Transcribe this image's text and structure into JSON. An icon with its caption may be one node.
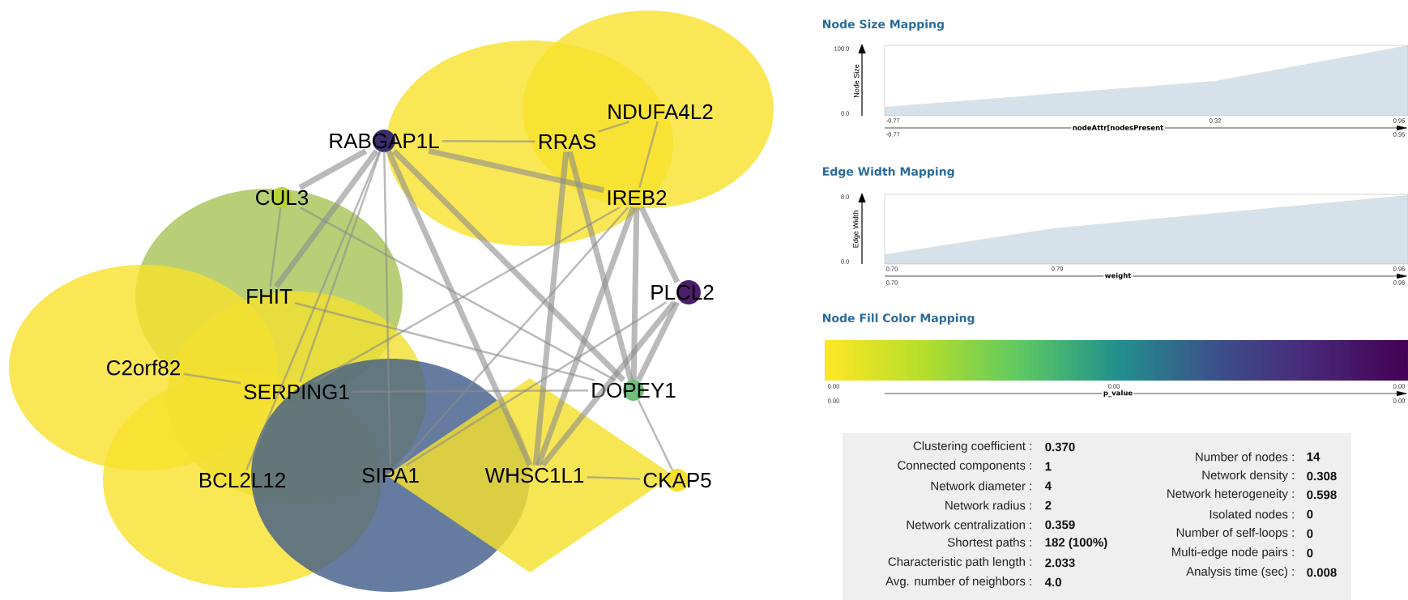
{
  "diagram": {
    "nodes": [
      {
        "text": [
          "RABGAP1L"
        ]
      },
      {
        "text": [
          "RRAS"
        ]
      },
      {
        "text": [
          "NDUFA4L2"
        ]
      },
      {
        "text": [
          "CUL3"
        ]
      },
      {
        "text": [
          "IREB2"
        ]
      },
      {
        "text": [
          "FHIT"
        ]
      },
      {
        "text": [
          "PLCL2"
        ]
      },
      {
        "text": [
          "C2orf82"
        ]
      },
      {
        "text": [
          "SERPING1"
        ]
      },
      {
        "text": [
          "DOPEY1"
        ]
      },
      {
        "text": [
          "SIPA1"
        ]
      },
      {
        "text": [
          "WHSC1L1"
        ]
      },
      {
        "text": [
          "BCL2L12"
        ]
      },
      {
        "text": [
          "CKAP5"
        ]
      }
    ],
    "edges": [
      {
        "from": 0,
        "to": 3,
        "arrow": "none",
        "style": "thick"
      },
      {
        "from": 0,
        "to": 5,
        "arrow": "none",
        "style": "thick"
      },
      {
        "from": 0,
        "to": 8,
        "arrow": "none"
      },
      {
        "from": 0,
        "to": 10,
        "arrow": "none"
      },
      {
        "from": 0,
        "to": 11,
        "arrow": "none",
        "style": "thick"
      },
      {
        "from": 0,
        "to": 9,
        "arrow": "none",
        "style": "thick"
      },
      {
        "from": 0,
        "to": 4,
        "arrow": "none",
        "style": "thick"
      },
      {
        "from": 0,
        "to": 1,
        "arrow": "none"
      },
      {
        "from": 1,
        "to": 2,
        "arrow": "none"
      },
      {
        "from": 0,
        "to": 12,
        "arrow": "none"
      },
      {
        "from": 3,
        "to": 9,
        "arrow": "none"
      },
      {
        "from": 3,
        "to": 5,
        "arrow": "none"
      },
      {
        "from": 4,
        "to": 6,
        "arrow": "none",
        "style": "thick"
      },
      {
        "from": 4,
        "to": 9,
        "arrow": "none",
        "style": "thick"
      },
      {
        "from": 4,
        "to": 11,
        "arrow": "none",
        "style": "thick"
      },
      {
        "from": 4,
        "to": 10,
        "arrow": "none"
      },
      {
        "from": 4,
        "to": 8,
        "arrow": "none"
      },
      {
        "from": 4,
        "to": 2,
        "arrow": "none"
      },
      {
        "from": 1,
        "to": 11,
        "arrow": "none",
        "style": "thick"
      },
      {
        "from": 1,
        "to": 9,
        "arrow": "none",
        "style": "thick"
      },
      {
        "from": 6,
        "to": 9,
        "arrow": "none",
        "style": "thick"
      },
      {
        "from": 6,
        "to": 11,
        "arrow": "none",
        "style": "thick"
      },
      {
        "from": 6,
        "to": 10,
        "arrow": "none"
      },
      {
        "from": 9,
        "to": 13,
        "arrow": "none"
      },
      {
        "from": 5,
        "to": 9,
        "arrow": "none"
      },
      {
        "from": 7,
        "to": 8,
        "arrow": "none"
      },
      {
        "from": 11,
        "to": 13,
        "arrow": "none"
      },
      {
        "from": 8,
        "to": 9,
        "arrow": "none"
      }
    ],
    "labels": [
      "Node Size Mapping",
      "100.0",
      "Node Size",
      "0.0",
      "-0.77",
      "0.32",
      "0.95",
      "nodeAttr[nodesPresent",
      "-0.77",
      "0.95",
      "Edge Width Mapping",
      "8.0",
      "Edge Width",
      "0.0",
      "0.70",
      "0.79",
      "0.96",
      "weight",
      "0.70",
      "0.96",
      "Node Fill Color Mapping",
      "0.00",
      "0.00",
      "0.00",
      "p_value",
      "0.00",
      "0.00",
      "Clustering coefficient :",
      "0.370",
      "Connected components :",
      "1",
      "Network diameter :",
      "4",
      "Network radius :",
      "2",
      "Network centralization :",
      "0.359",
      "Shortest paths :",
      "182 (100%)",
      "Characteristic path length :",
      "2.033",
      "Avg. number of neighbors :",
      "4.0",
      "Number of nodes :",
      "14",
      "Network density :",
      "0.308",
      "Network heterogeneity :",
      "0.598",
      "Isolated nodes :",
      "0",
      "Number of self-loops :",
      "0",
      "Multi-edge node pairs :",
      "0",
      "Analysis time (sec) :",
      "0.008"
    ]
  }
}
